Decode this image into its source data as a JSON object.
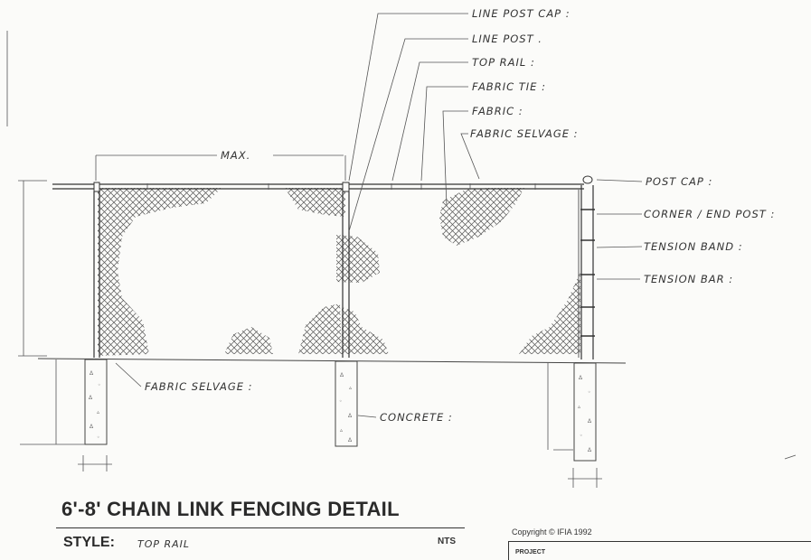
{
  "title": "6'-8' CHAIN LINK FENCING DETAIL",
  "style": {
    "label": "STYLE:",
    "value": "TOP RAIL"
  },
  "scale": "NTS",
  "copyright": "Copyright © IFIA 1992",
  "project_label": "PROJECT",
  "dimension_label": "MAX.",
  "callouts": {
    "line_post_cap": "LINE POST CAP :",
    "line_post": "LINE POST .",
    "top_rail": "TOP RAIL :",
    "fabric_tie": "FABRIC TIE :",
    "fabric": "FABRIC :",
    "fabric_selvage_top": "FABRIC SELVAGE :",
    "post_cap": "POST CAP :",
    "corner_end_post": "CORNER / END POST :",
    "tension_band": "TENSION BAND :",
    "tension_bar": "TENSION BAR :",
    "fabric_selvage_bottom": "FABRIC SELVAGE :",
    "concrete": "CONCRETE :"
  },
  "colors": {
    "ink": "#333333",
    "paper": "#fbfbf9",
    "hatch": "#555555"
  }
}
